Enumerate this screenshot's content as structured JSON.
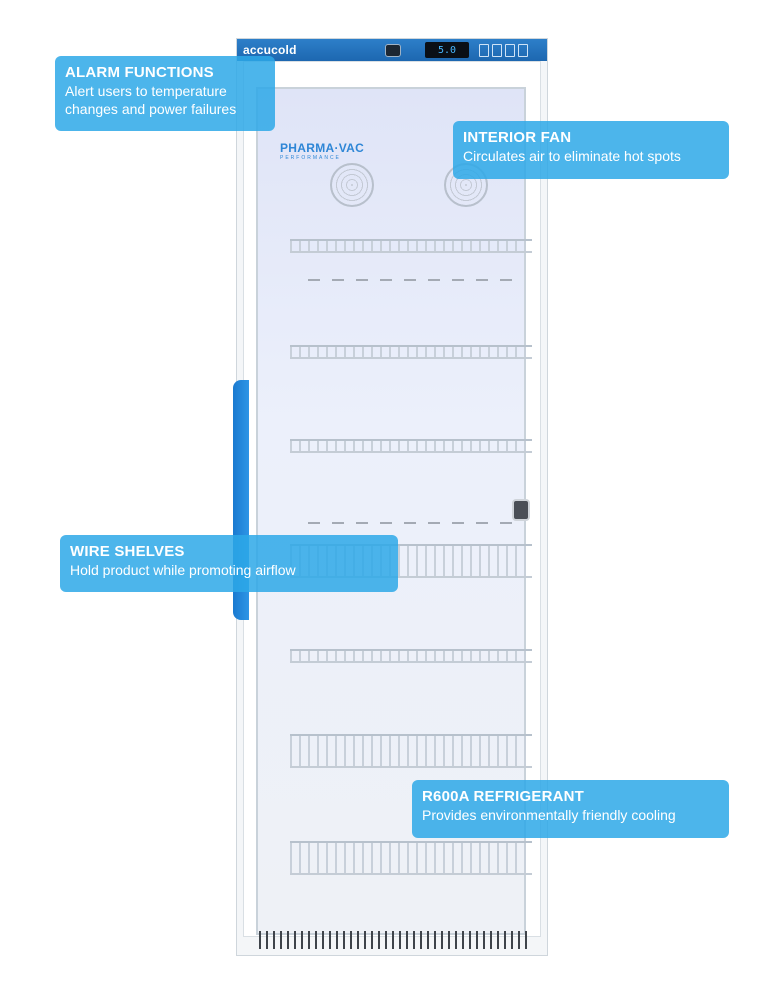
{
  "product": {
    "brand": "accucold",
    "display_reading": "5.0",
    "interior_brand": "PHARMA·VAC",
    "interior_brand_sub": "PERFORMANCE"
  },
  "callouts": [
    {
      "title": "ALARM FUNCTIONS",
      "description": "Alert users to temperature changes and power failures"
    },
    {
      "title": "INTERIOR FAN",
      "description": "Circulates air to eliminate hot spots"
    },
    {
      "title": "WIRE SHELVES",
      "description": "Hold product while promoting airflow"
    },
    {
      "title": "R600A REFRIGERANT",
      "description": "Provides environmentally friendly cooling"
    }
  ],
  "colors": {
    "callout_bg": "#2da8e8",
    "brand_blue": "#1d67b0",
    "handle_blue": "#1a7ad0"
  }
}
